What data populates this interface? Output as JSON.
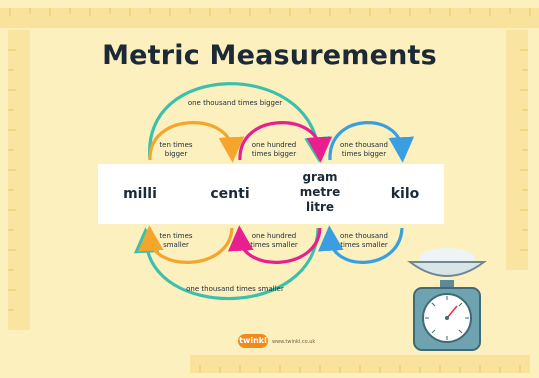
{
  "title": "Metric Measurements",
  "units": {
    "milli": "milli",
    "centi": "centi",
    "base": [
      "gram",
      "metre",
      "litre"
    ],
    "kilo": "kilo"
  },
  "labels": {
    "top_long": "one thousand times bigger",
    "bottom_long": "one thousand times smaller",
    "ten_bigger": [
      "ten times",
      "bigger"
    ],
    "hundred_bigger": [
      "one hundred",
      "times bigger"
    ],
    "thousand_bigger": [
      "one thousand",
      "times bigger"
    ],
    "ten_smaller": [
      "ten times",
      "smaller"
    ],
    "hundred_smaller": [
      "one hundred",
      "times smaller"
    ],
    "thousand_smaller": [
      "one thousand",
      "times smaller"
    ]
  },
  "brand": {
    "logo": "twinkl",
    "site": "www.twinkl.co.uk"
  },
  "colors": {
    "background": "#fdf0bf",
    "ruler": "#f3d98a",
    "teal": "#3cc0ac",
    "orange": "#f3a62b",
    "magenta": "#e8208f",
    "blue": "#3a9fe0",
    "text": "#1c2a38"
  }
}
